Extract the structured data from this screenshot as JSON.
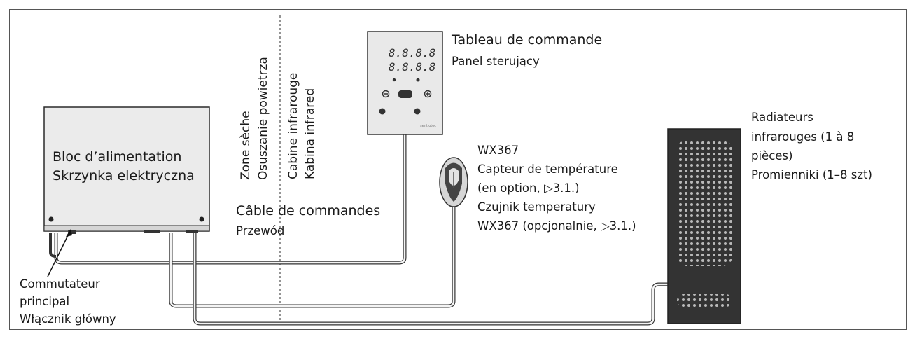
{
  "power_box": {
    "label_fr": "Bloc d’alimentation",
    "label_pl": "Skrzynka elektryczna"
  },
  "zones": {
    "dry_fr": "Zone sèche",
    "dry_pl": "Osuszanie powietrza",
    "cabin_fr": "Cabine infrarouge",
    "cabin_pl": "Kabina infrared"
  },
  "control_panel": {
    "label_fr": "Tableau de commande",
    "label_pl": "Panel sterujący",
    "display_1": "8.8.8.8",
    "display_2": "8.8.8.8",
    "brand": "sentiotec"
  },
  "control_cable": {
    "label_fr": "Câble de commandes",
    "label_pl": "Przewód"
  },
  "sensor": {
    "model": "WX367",
    "label_fr_1": "Capteur de température",
    "label_fr_2": "(en option, ▷3.1.)",
    "label_pl_1": "Czujnik temperatury",
    "label_pl_2": "WX367 (opcjonalnie, ▷3.1.)"
  },
  "radiators": {
    "label_fr_1": "Radiateurs",
    "label_fr_2": "infrarouges (1 à 8",
    "label_fr_3": "pièces)",
    "label_pl": "Promienniki (1–8 szt)"
  },
  "main_switch": {
    "label_fr_1": "Commutateur",
    "label_fr_2": "principal",
    "label_pl": "Włącznik główny"
  }
}
